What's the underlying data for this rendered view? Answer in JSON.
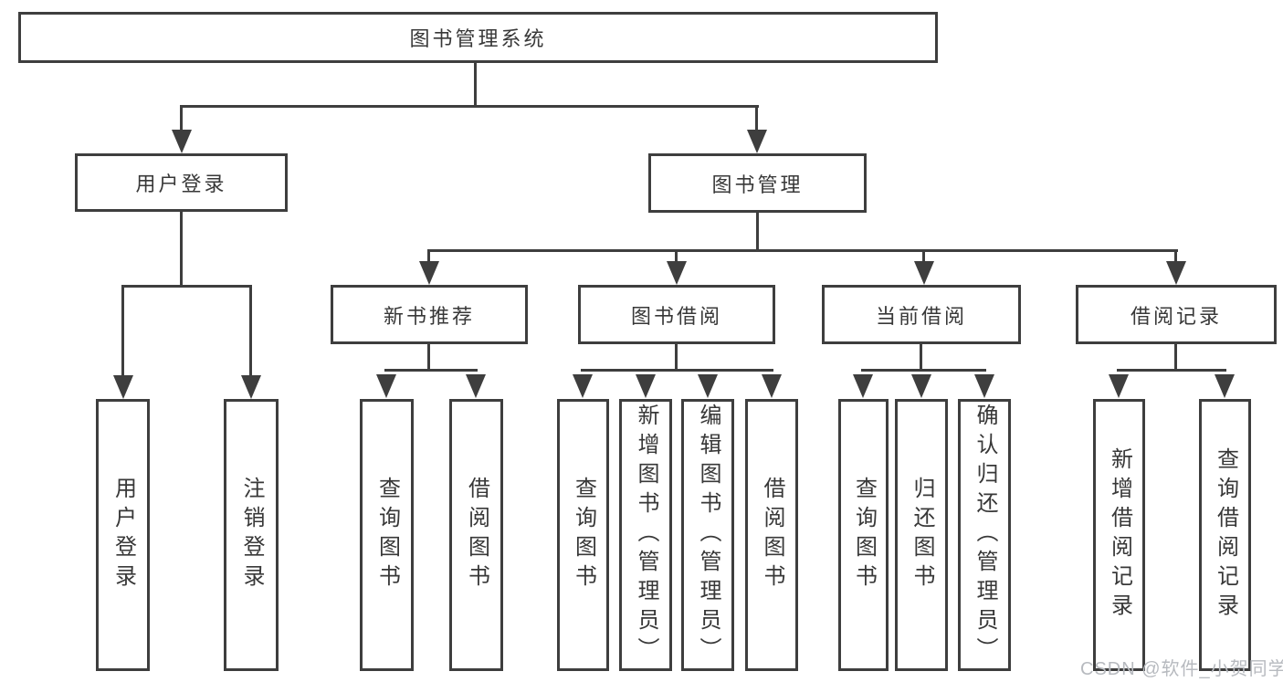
{
  "colors": {
    "line": "#3e3e3e",
    "box_border": "#3e3e3e",
    "text": "#383838",
    "watermark": "#b7babf",
    "background": "#ffffff"
  },
  "tree": {
    "root": {
      "label": "图书管理系统"
    },
    "level2": [
      {
        "label": "用户登录"
      },
      {
        "label": "图书管理"
      }
    ],
    "level3": [
      {
        "label": "新书推荐"
      },
      {
        "label": "图书借阅"
      },
      {
        "label": "当前借阅"
      },
      {
        "label": "借阅记录"
      }
    ],
    "level4": {
      "user_login": [
        {
          "label": "用户登录"
        },
        {
          "label": "注销登录"
        }
      ],
      "new_book_recommendation": [
        {
          "label": "查询图书"
        },
        {
          "label": "借阅图书"
        }
      ],
      "book_borrowing": [
        {
          "label": "查询图书"
        },
        {
          "label": "新增图书（管理员）"
        },
        {
          "label": "编辑图书（管理员）"
        },
        {
          "label": "借阅图书"
        }
      ],
      "current_borrowing": [
        {
          "label": "查询图书"
        },
        {
          "label": "归还图书"
        },
        {
          "label": "确认归还（管理员）"
        }
      ],
      "borrowing_records": [
        {
          "label": "新增借阅记录"
        },
        {
          "label": "查询借阅记录"
        }
      ]
    }
  },
  "watermark": {
    "text": "CSDN @软件_小贺同学"
  }
}
